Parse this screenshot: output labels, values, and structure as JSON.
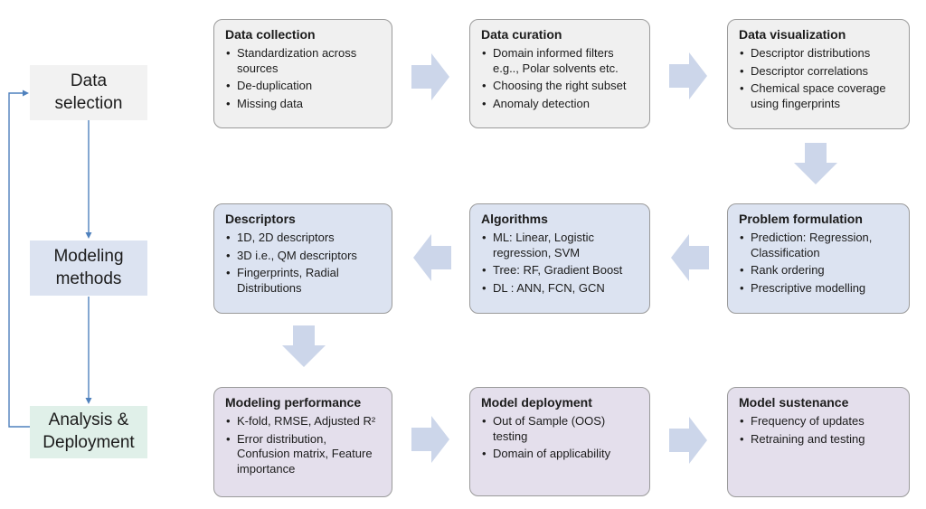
{
  "colors": {
    "row1_fill": "#f0f0f0",
    "row2_fill": "#dce3f1",
    "row3_fill": "#e4dfec",
    "box_border": "#9a9a9a",
    "label_data_selection_fill": "#f2f2f2",
    "label_modeling_methods_fill": "#dce3f1",
    "label_analysis_fill": "#e0f0e9",
    "block_arrow_fill": "#ccd6ea",
    "connector_stroke": "#4f81bd",
    "text_color": "#1c1c1c"
  },
  "left_labels": [
    {
      "label": "Data selection"
    },
    {
      "label": "Modeling methods"
    },
    {
      "label": "Analysis & Deployment"
    }
  ],
  "boxes": [
    {
      "title": "Data collection",
      "bullets": [
        "Standardization across sources",
        "De-duplication",
        "Missing data"
      ]
    },
    {
      "title": "Data curation",
      "bullets": [
        "Domain informed filters e.g.., Polar solvents etc.",
        "Choosing the right subset",
        "Anomaly detection"
      ]
    },
    {
      "title": "Data visualization",
      "bullets": [
        "Descriptor distributions",
        "Descriptor correlations",
        "Chemical space coverage using fingerprints"
      ]
    },
    {
      "title": "Descriptors",
      "bullets": [
        "1D, 2D descriptors",
        "3D i.e., QM descriptors",
        "Fingerprints, Radial Distributions"
      ]
    },
    {
      "title": "Algorithms",
      "bullets": [
        "ML: Linear, Logistic regression, SVM",
        "Tree: RF, Gradient Boost",
        "DL : ANN, FCN, GCN"
      ]
    },
    {
      "title": "Problem formulation",
      "bullets": [
        "Prediction: Regression, Classification",
        "Rank ordering",
        "Prescriptive modelling"
      ]
    },
    {
      "title": "Modeling performance",
      "bullets": [
        "K-fold, RMSE, Adjusted R²",
        "Error distribution, Confusion matrix, Feature importance"
      ]
    },
    {
      "title": "Model deployment",
      "bullets": [
        "Out of Sample (OOS) testing",
        "Domain of applicability"
      ]
    },
    {
      "title": "Model sustenance",
      "bullets": [
        "Frequency of updates",
        "Retraining and testing"
      ]
    }
  ]
}
